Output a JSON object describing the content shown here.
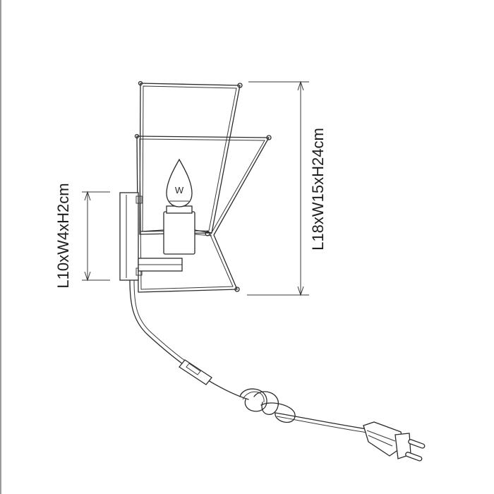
{
  "dimensions": {
    "shade_label": "L18xW15xH24cm",
    "backplate_label": "L10xW4xH2cm"
  },
  "bulb": {
    "wattage_symbol": "W"
  },
  "colors": {
    "line": "#2b2b2b",
    "background": "#ffffff"
  }
}
